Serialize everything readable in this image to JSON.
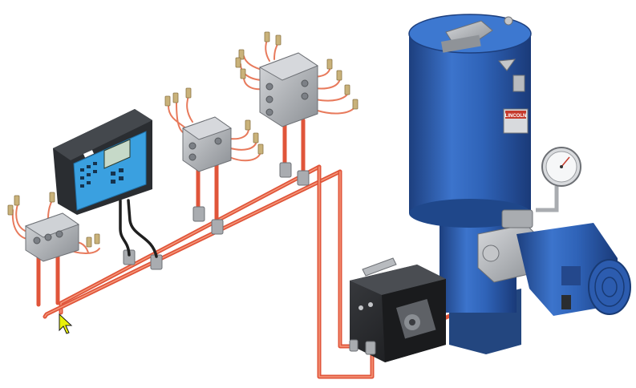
{
  "image": {
    "width": 793,
    "height": 484,
    "background": "#ffffff"
  },
  "colors": {
    "reservoir_blue": "#2f63b8",
    "reservoir_dark": "#1d3f7e",
    "pipe_red": "#e0553a",
    "controller_blue": "#3aa0e0",
    "controller_body": "#2a2d31",
    "pump_black": "#1c1d1f",
    "metal": "#a9acb0"
  },
  "controller": {
    "display_text": "",
    "icon": "control-panel-icon"
  },
  "brand_label": {
    "text": "LINCOLN",
    "icon": "brand-plate-icon"
  },
  "gauge": {
    "icon": "pressure-gauge-icon"
  },
  "cursor": {
    "icon": "mouse-pointer-icon"
  }
}
